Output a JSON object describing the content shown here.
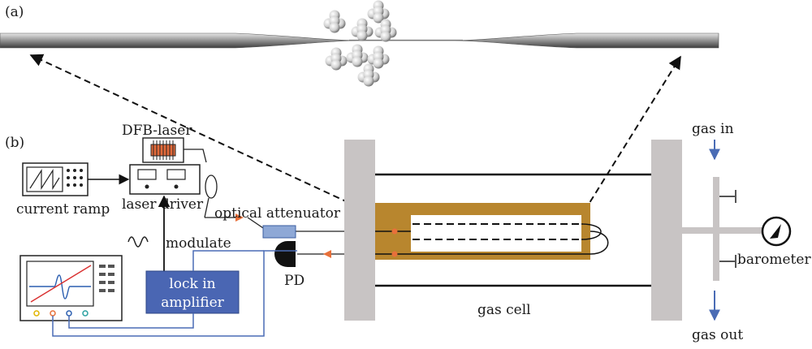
{
  "panels": {
    "a": "(a)",
    "b": "(b)"
  },
  "labels": {
    "dfb_laser": "DFB-laser",
    "current_ramp": "current ramp",
    "laser_driver": "laser driver",
    "optical_attenuator": "optical attenuator",
    "modulate": "modulate",
    "lock_in_line1": "lock in",
    "lock_in_line2": "amplifier",
    "pd": "PD",
    "gas_cell": "gas cell",
    "gas_in": "gas in",
    "gas_out": "gas out",
    "barometer": "barometer"
  },
  "colors": {
    "fiber_gray": "#8f8f8f",
    "wall_gray": "#c8c4c4",
    "gold": "#b8862e",
    "lockin_blue": "#4a66b3",
    "arrow_blue": "#4a6cb5",
    "attenuator_blue": "#8ea8d6",
    "light_orange": "#e8703a",
    "pd_black": "#111111",
    "osc_red": "#d93030",
    "osc_blue": "#2c5fb0"
  }
}
